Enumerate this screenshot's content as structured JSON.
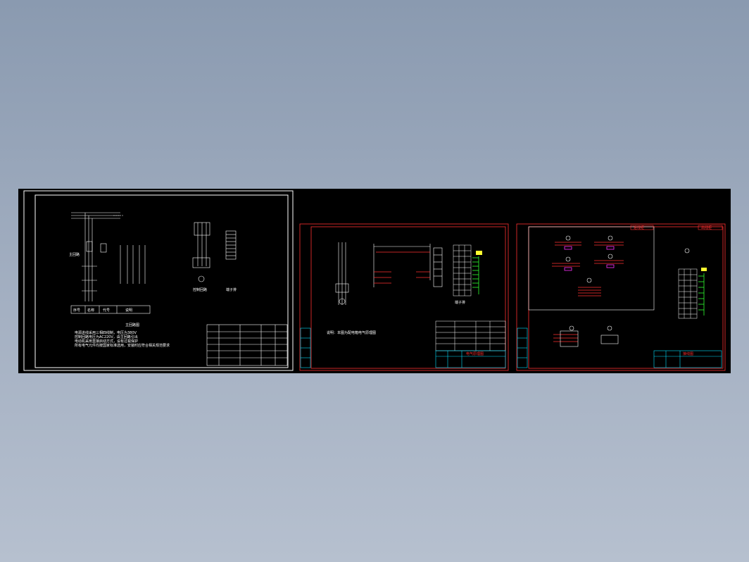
{
  "drawing": {
    "sheet1": {
      "title_label": "主回路图",
      "header_cells": [
        "序号",
        "名称",
        "代号",
        "说明"
      ],
      "notes": [
        "电源进线采用三相四线制，电压为380V",
        "控制回路电压为AC220V，由主回路引出",
        "电动机采用直接启动方式，设有过载保护",
        "所有电气元件均按国家标准选用，安装时应符合相关规范要求"
      ],
      "left_label": "主回路",
      "right_label1": "控制回路",
      "right_label2": "端子排"
    },
    "sheet2": {
      "title_label": "电气原理图",
      "terminal_label": "端子排",
      "note_text": "说明：本图为配电箱电气原理图"
    },
    "sheet3": {
      "title_label": "接线图",
      "red_tag_left": "进线柜",
      "red_tag_right": "出线柜"
    },
    "colors": {
      "background": "#000000",
      "frame_white": "#ffffff",
      "frame_red": "#ff3030",
      "title_cyan": "#00e0ff",
      "green": "#30ff30",
      "magenta": "#ff30ff"
    }
  }
}
